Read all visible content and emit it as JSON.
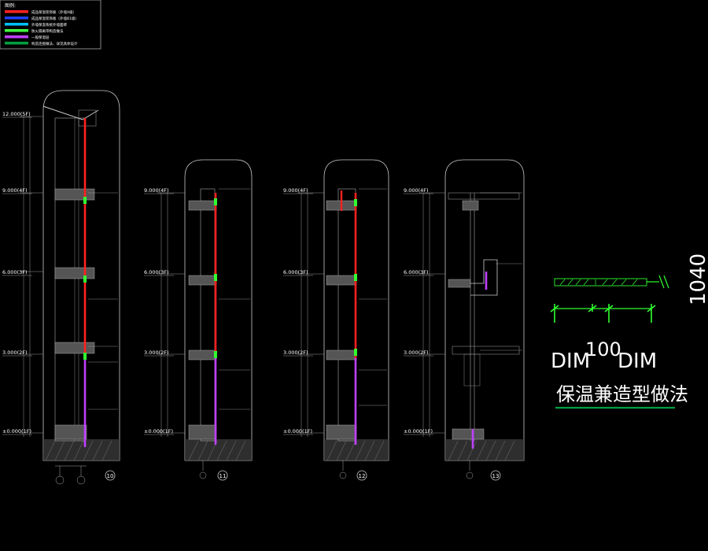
{
  "legend": {
    "title": "图例:",
    "items": [
      {
        "color": "#ff2020",
        "label": "成品保温装饰板（外墙A级）"
      },
      {
        "color": "#2040ff",
        "label": "成品保温装饰板（外墙B1级）"
      },
      {
        "color": "#00c0ff",
        "label": "外墙保温系统外墙面砖"
      },
      {
        "color": "#40ff40",
        "label": "防火隔离带构造做法"
      },
      {
        "color": "#c040ff",
        "label": "一般保温层"
      },
      {
        "color": "#00a040",
        "label": "构造连接做法、详见具体设计"
      }
    ]
  },
  "sections": [
    {
      "id": "s10",
      "number": "10",
      "levels": [
        "12.000(5F)",
        "9.000(4F)",
        "6.000(3F)",
        "3.000(2F)",
        "±0.000(1F)"
      ]
    },
    {
      "id": "s11",
      "number": "11",
      "levels": [
        "9.000(4F)",
        "6.000(3F)",
        "3.000(2F)",
        "±0.000(1F)"
      ]
    },
    {
      "id": "s12",
      "number": "12",
      "levels": [
        "9.000(4F)",
        "6.000(3F)",
        "3.000(2F)",
        "±0.000(1F)"
      ]
    },
    {
      "id": "s13",
      "number": "13",
      "levels": [
        "9.000(4F)",
        "6.000(3F)",
        "3.000(2F)",
        "±0.000(1F)"
      ]
    }
  ],
  "detail": {
    "dim_left": "DIM",
    "dim_value": "100",
    "dim_right": "DIM",
    "title": "保温兼造型做法",
    "side_value": "1040"
  },
  "colors": {
    "red": "#ff2020",
    "green": "#30ff30",
    "magenta": "#c040ff",
    "outline": "#c8c8c8",
    "dim": "#9a9a9a"
  }
}
